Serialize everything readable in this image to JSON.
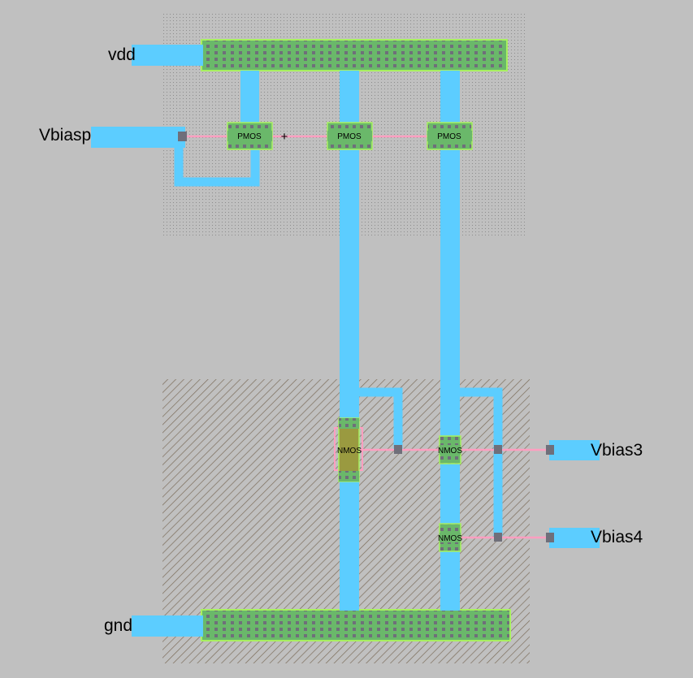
{
  "pins": {
    "vdd": "vdd",
    "vbiasp": "Vbiasp",
    "vbias3": "Vbias3",
    "vbias4": "Vbias4",
    "gnd": "gnd"
  },
  "devices": {
    "pmos_1": "PMOS",
    "pmos_2": "PMOS",
    "pmos_3": "PMOS",
    "nmos_1": "NMOS",
    "nmos_2": "NMOS",
    "nmos_3": "NMOS"
  },
  "colors": {
    "background": "#c0c0c0",
    "metal": "#5ccdff",
    "poly": "#ff9ec0",
    "diffusion": "#6ab86a",
    "diffusion_edge": "#a8f060",
    "contact": "#6f6f7a",
    "nmos_diffusion": "#9a9a40",
    "nwell_dots": "#8c8c8c",
    "pwell_hatch": "#7d6e5c"
  }
}
